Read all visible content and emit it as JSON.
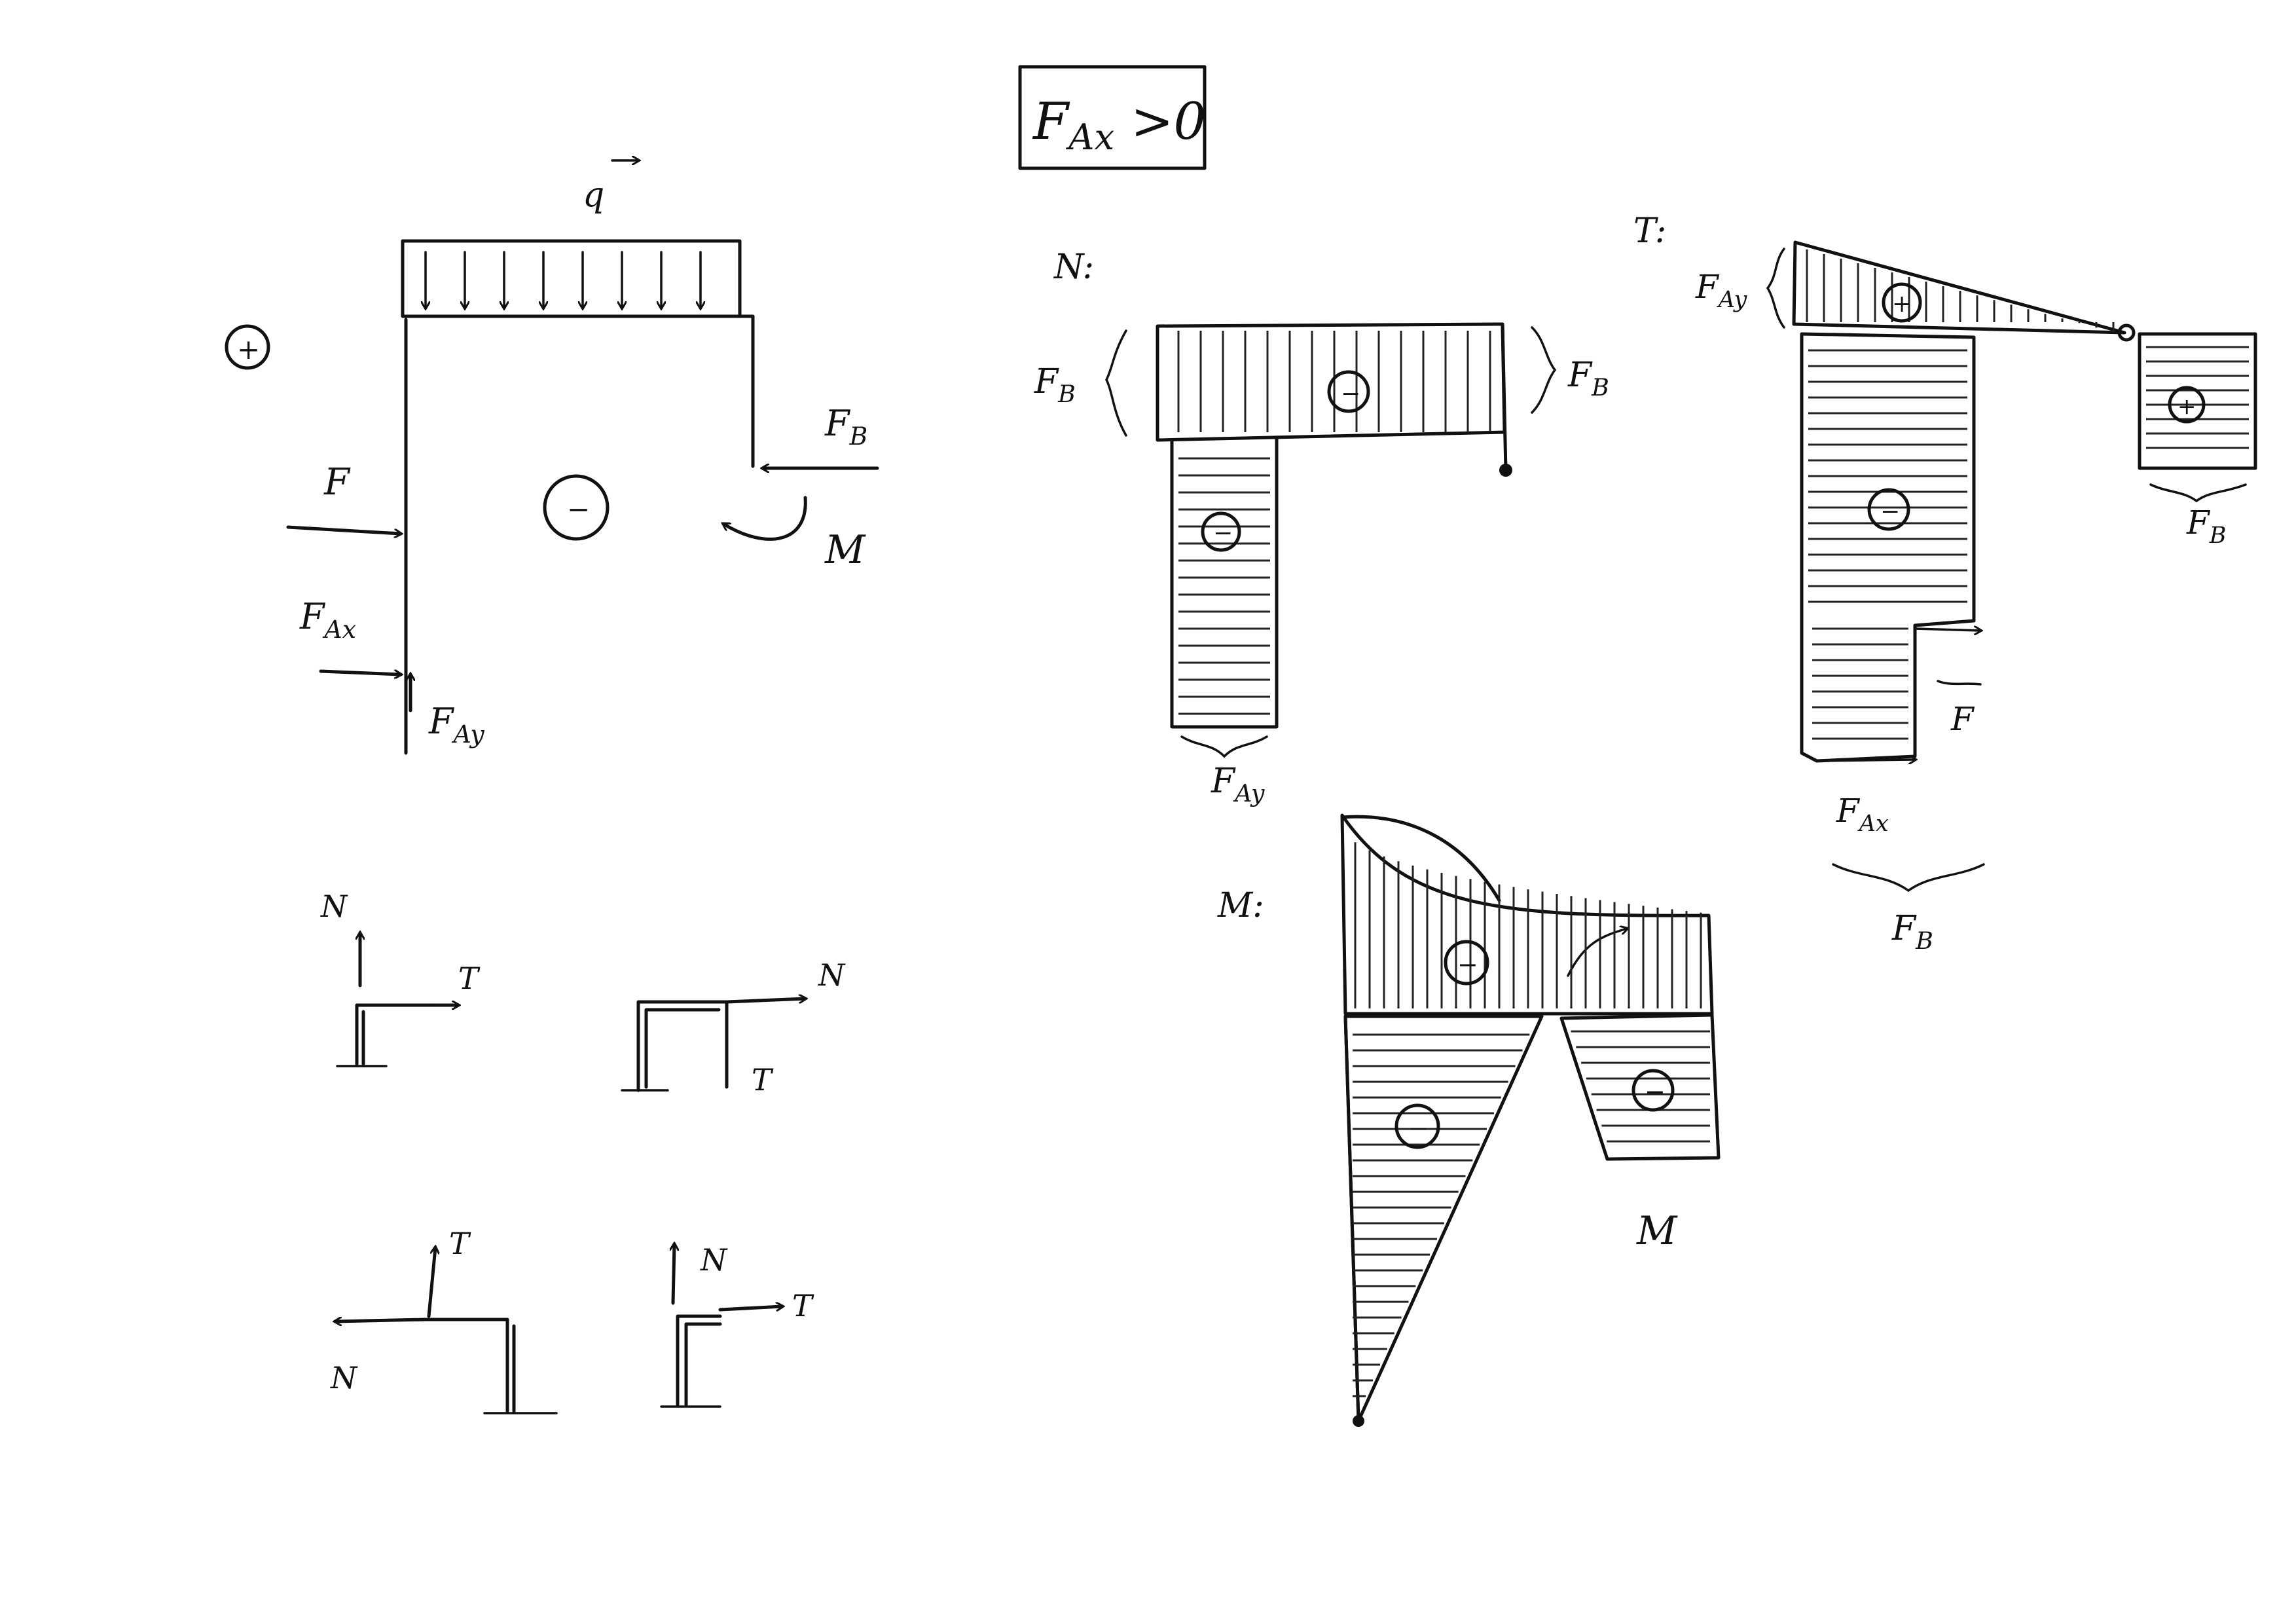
{
  "header": {
    "condition": "F",
    "condition_sub": "Ax",
    "condition_rest": " >0"
  },
  "structure": {
    "load": "q",
    "force_f": "F",
    "force_b": "F",
    "force_b_sub": "B",
    "force_ax": "F",
    "force_ax_sub": "Ax",
    "force_ay": "F",
    "force_ay_sub": "Ay",
    "moment": "M",
    "sign_plus": "+",
    "sign_minus": "−"
  },
  "sign_conventions": {
    "n": "N",
    "t": "T"
  },
  "diagrams": {
    "normal": {
      "title": "N:",
      "sign": "−",
      "fb": "F",
      "fb_sub": "B",
      "fay": "F",
      "fay_sub": "Ay"
    },
    "shear": {
      "title": "T:",
      "sign_plus": "+",
      "sign_minus": "−",
      "fay": "F",
      "fay_sub": "Ay",
      "fb": "F",
      "fb_sub": "B",
      "f": "F",
      "fax": "F",
      "fax_sub": "Ax"
    },
    "moment": {
      "title": "M:",
      "sign": "−",
      "label": "M"
    }
  }
}
